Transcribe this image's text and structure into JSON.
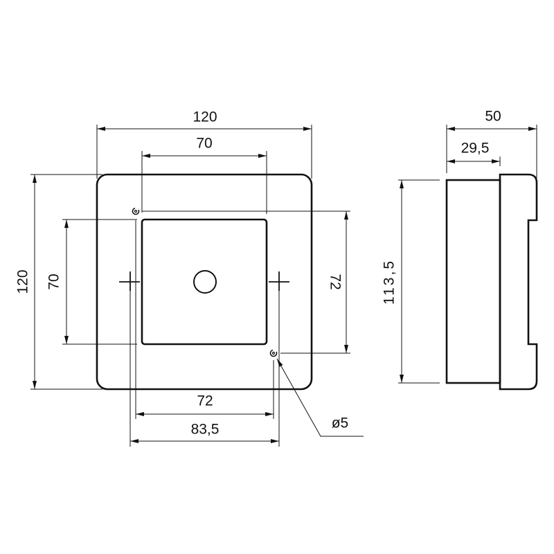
{
  "front_view": {
    "dim_width_outer": "120",
    "dim_width_inner": "70",
    "dim_height_outer": "120",
    "dim_height_inner": "70",
    "dim_screw_vertical": "72",
    "dim_screw_horizontal": "72",
    "dim_cross_spacing": "83,5",
    "dim_hole_diameter": "ø5"
  },
  "side_view": {
    "dim_depth_total": "50",
    "dim_depth_body": "29,5",
    "dim_height": "113,5"
  }
}
